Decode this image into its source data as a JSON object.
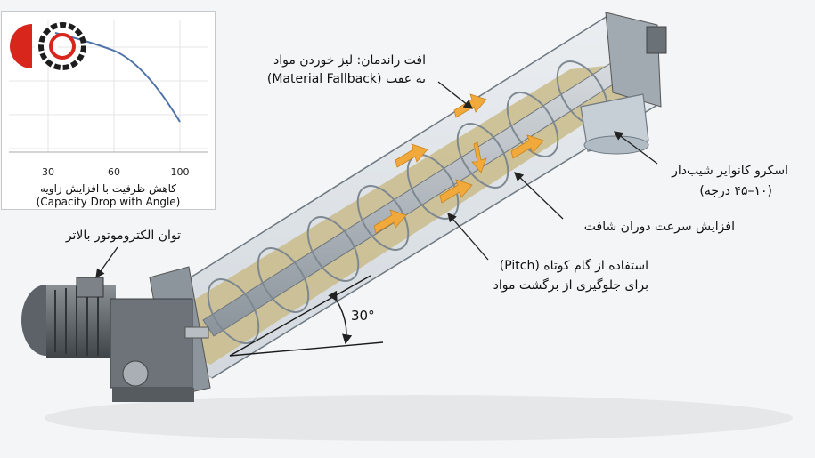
{
  "inset_chart": {
    "x_ticks": [
      "30",
      "60",
      "100"
    ],
    "caption_fa": "کاهش ظرفیت با افزایش زاویه",
    "caption_en": "(Capacity Drop with Angle)",
    "line_color": "#4f73a8"
  },
  "labels": {
    "fallback_fa": "افت راندمان: لیز خوردن مواد",
    "fallback_en": "به عقب (Material Fallback)",
    "inclined_fa": "اسکرو کانوایر شیب‌دار",
    "inclined_range": "(۱۰–۴۵ درجه)",
    "shaft_speed": "افزایش سرعت دوران شافت",
    "pitch_line1": "استفاده از گام کوتاه (Pitch)",
    "pitch_line2": "برای جلوگیری از برگشت مواد",
    "motor": "توان الکتروموتور بالاتر",
    "angle": "30°"
  },
  "colors": {
    "logo_red": "#d9261c",
    "logo_dark": "#1d1d1d",
    "arrow_orange": "#f0a93a",
    "material": "#c9bb8a",
    "trough_blue": "#c8d2dc"
  }
}
